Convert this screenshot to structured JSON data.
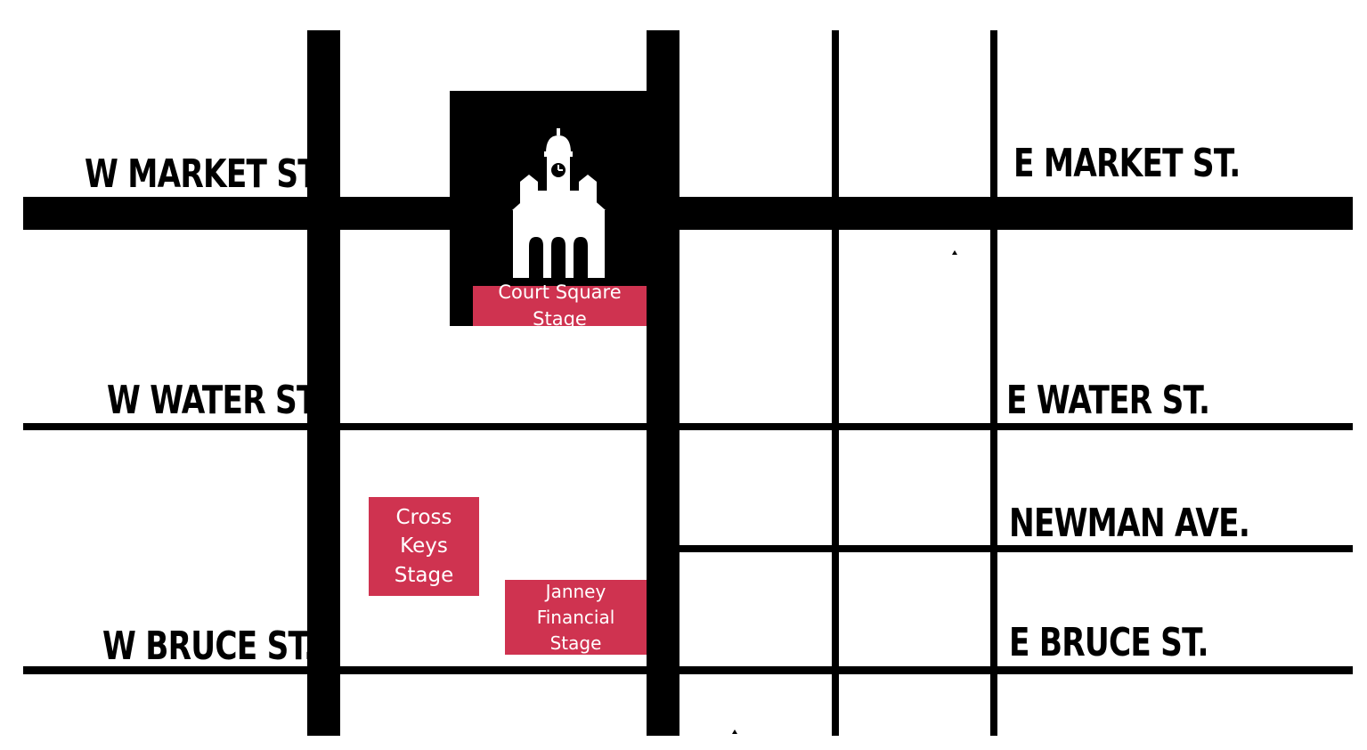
{
  "colors": {
    "stage": "#cf3350",
    "road": "#000000",
    "background": "#ffffff"
  },
  "streets": {
    "w_market": "W MARKET ST.",
    "e_market": "E MARKET ST.",
    "w_water": "W WATER ST.",
    "e_water": "E WATER ST.",
    "newman": "NEWMAN AVE.",
    "w_bruce": "W BRUCE ST.",
    "e_bruce": "E BRUCE ST."
  },
  "stages": {
    "court_square": "Court Square Stage",
    "cross_keys_line1": "Cross Keys",
    "cross_keys_line2": "Stage",
    "janney_line1": "Janney Financial",
    "janney_line2": "Stage"
  },
  "icons": {
    "landmark": "courthouse-icon"
  }
}
